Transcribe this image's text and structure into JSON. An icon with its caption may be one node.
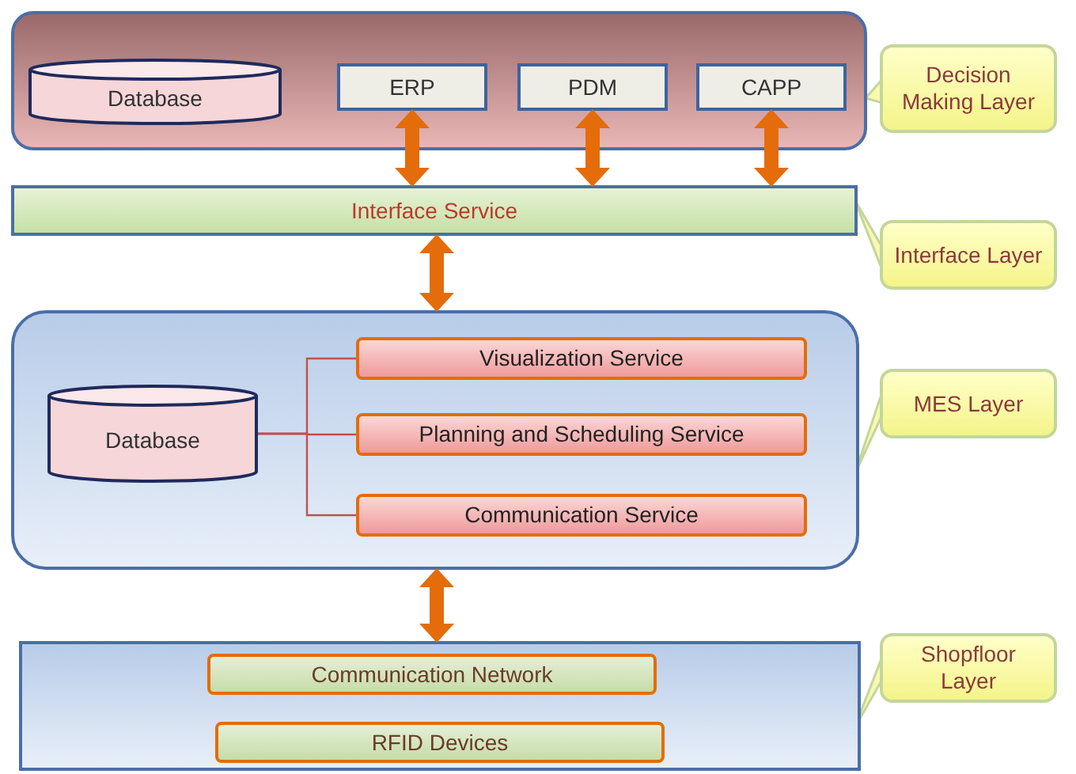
{
  "diagram": {
    "nodes": [
      {
        "text": [],
        "shape": "box"
      },
      {
        "text": [
          "Database"
        ],
        "in": 0
      },
      {
        "text": [
          "ERP"
        ],
        "in": 0
      },
      {
        "text": [
          "PDM"
        ],
        "in": 0
      },
      {
        "text": [
          "CAPP"
        ],
        "in": 0
      },
      {
        "text": [
          "Interface Service"
        ]
      },
      {
        "text": [],
        "shape": "box"
      },
      {
        "text": [
          "Database"
        ],
        "in": 6
      },
      {
        "text": [
          "Visualization Service"
        ],
        "in": 6
      },
      {
        "text": [
          "Planning and Scheduling Service"
        ],
        "in": 6
      },
      {
        "text": [
          "Communication Service"
        ],
        "in": 6
      },
      {
        "text": [],
        "shape": "box"
      },
      {
        "text": [
          "Communication Network"
        ],
        "in": 11
      },
      {
        "text": [
          "RFID Devices"
        ],
        "in": 11
      },
      {
        "text": [
          "Decision Making Layer"
        ]
      },
      {
        "text": [
          "Interface Layer"
        ]
      },
      {
        "text": [
          "MES Layer"
        ]
      },
      {
        "text": [
          "Shopfloor Layer"
        ]
      }
    ],
    "edges": [
      {
        "from": 2,
        "to": 5,
        "arrow": "both"
      },
      {
        "from": 3,
        "to": 5,
        "arrow": "both"
      },
      {
        "from": 4,
        "to": 5,
        "arrow": "both"
      },
      {
        "from": 5,
        "to": 6,
        "arrow": "both"
      },
      {
        "from": 6,
        "to": 11,
        "arrow": "both"
      },
      {
        "from": 7,
        "to": 8,
        "arrow": "none",
        "color": "#c0504d"
      },
      {
        "from": 7,
        "to": 9,
        "arrow": "none",
        "color": "#c0504d"
      },
      {
        "from": 7,
        "to": 10,
        "arrow": "none",
        "color": "#c0504d"
      }
    ]
  }
}
